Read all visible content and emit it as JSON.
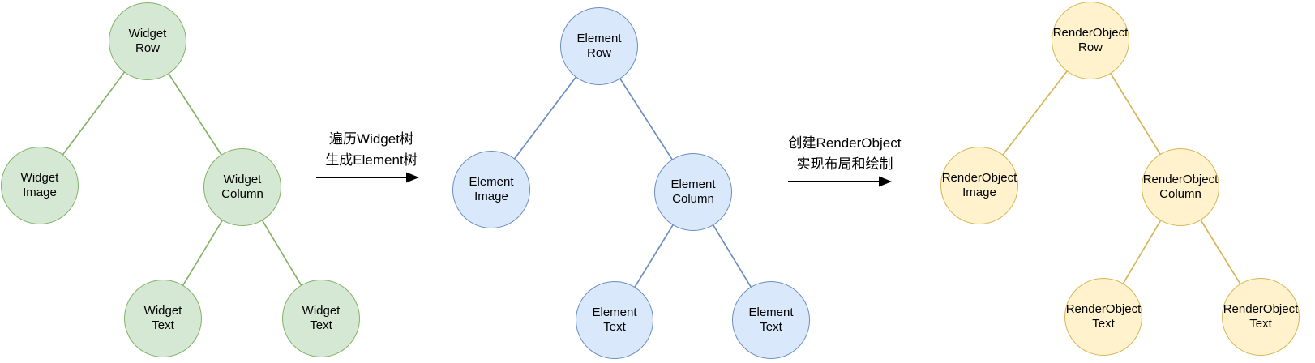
{
  "diagram": {
    "background_color": "#ffffff",
    "text_color": "#000000",
    "arrow_color": "#000000",
    "trees": [
      {
        "name": "widget-tree",
        "fill": "#d5e8d4",
        "stroke": "#82b366",
        "nodes": [
          {
            "id": "widget-row",
            "label": "Widget\nRow"
          },
          {
            "id": "widget-image",
            "label": "Widget\nImage"
          },
          {
            "id": "widget-column",
            "label": "Widget\nColumn"
          },
          {
            "id": "widget-text-1",
            "label": "Widget\nText"
          },
          {
            "id": "widget-text-2",
            "label": "Widget\nText"
          }
        ]
      },
      {
        "name": "element-tree",
        "fill": "#dae8fc",
        "stroke": "#6c8ebf",
        "nodes": [
          {
            "id": "element-row",
            "label": "Element\nRow"
          },
          {
            "id": "element-image",
            "label": "Element\nImage"
          },
          {
            "id": "element-column",
            "label": "Element\nColumn"
          },
          {
            "id": "element-text-1",
            "label": "Element\nText"
          },
          {
            "id": "element-text-2",
            "label": "Element\nText"
          }
        ]
      },
      {
        "name": "renderobject-tree",
        "fill": "#fff2cc",
        "stroke": "#d6b656",
        "nodes": [
          {
            "id": "renderobject-row",
            "label": "RenderObject\nRow"
          },
          {
            "id": "renderobject-image",
            "label": "RenderObject\nImage"
          },
          {
            "id": "renderobject-column",
            "label": "RenderObject\nColumn"
          },
          {
            "id": "renderobject-text-1",
            "label": "RenderObject\nText"
          },
          {
            "id": "renderobject-text-2",
            "label": "RenderObject\nText"
          }
        ]
      }
    ],
    "arrows": [
      {
        "label": "遍历Widget树\n生成Element树"
      },
      {
        "label": "创建RenderObject\n实现布局和绘制"
      }
    ]
  }
}
